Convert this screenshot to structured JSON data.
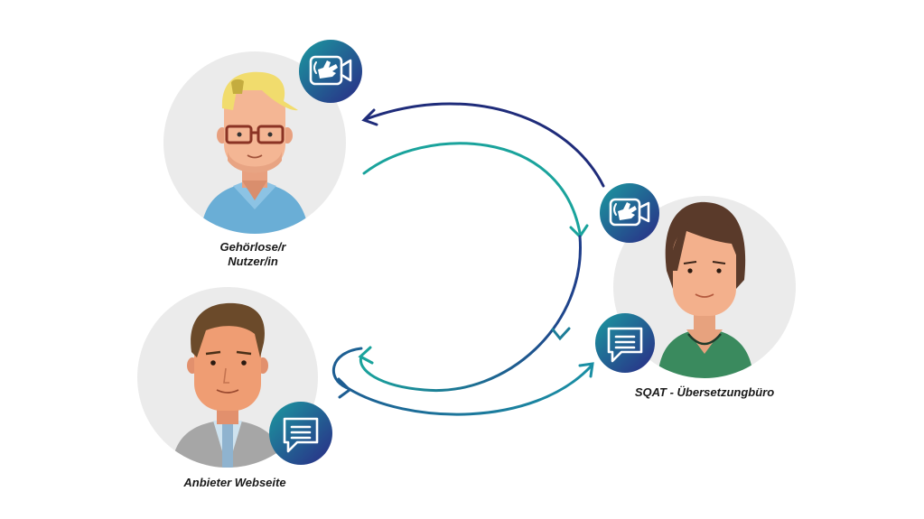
{
  "actors": {
    "deaf_user": {
      "line1": "Gehörlose/r",
      "line2": "Nutzer/in"
    },
    "provider": {
      "label": "Anbieter Webseite"
    },
    "translation_office": {
      "label": "SQAT - Übersetzungbüro"
    }
  },
  "badges": {
    "user_badge": "sign-language-video-icon",
    "office_sign_badge": "sign-language-video-icon",
    "office_text_badge": "text-message-icon",
    "provider_badge": "text-message-icon"
  },
  "colors": {
    "circle_bg": "#ebebeb",
    "arrow_navy": "#1f2c7a",
    "arrow_teal": "#1aa39c",
    "arrow_blue": "#1d6fa0",
    "badge_dark": "#2a2a86",
    "badge_light": "#1b9aa0"
  }
}
